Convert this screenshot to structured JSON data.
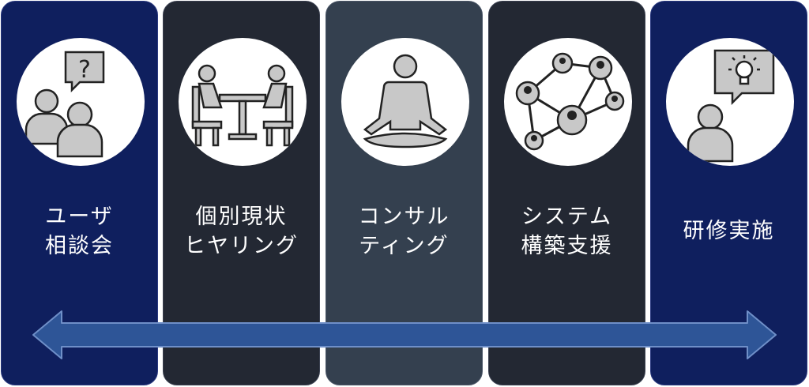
{
  "steps": [
    {
      "line1": "ユーザ",
      "line2": "相談会",
      "icon": "consultation-icon"
    },
    {
      "line1": "個別現状",
      "line2": "ヒヤリング",
      "icon": "meeting-table-icon"
    },
    {
      "line1": "コンサル",
      "line2": "ティング",
      "icon": "meditation-icon"
    },
    {
      "line1": "システム",
      "line2": "構築支援",
      "icon": "network-icon"
    },
    {
      "line1": "研修実施",
      "icon": "idea-training-icon"
    }
  ],
  "colors": {
    "navy": "#0f1f5e",
    "dark": "#232833",
    "slate": "#34404f",
    "arrow": "#2e5597"
  }
}
